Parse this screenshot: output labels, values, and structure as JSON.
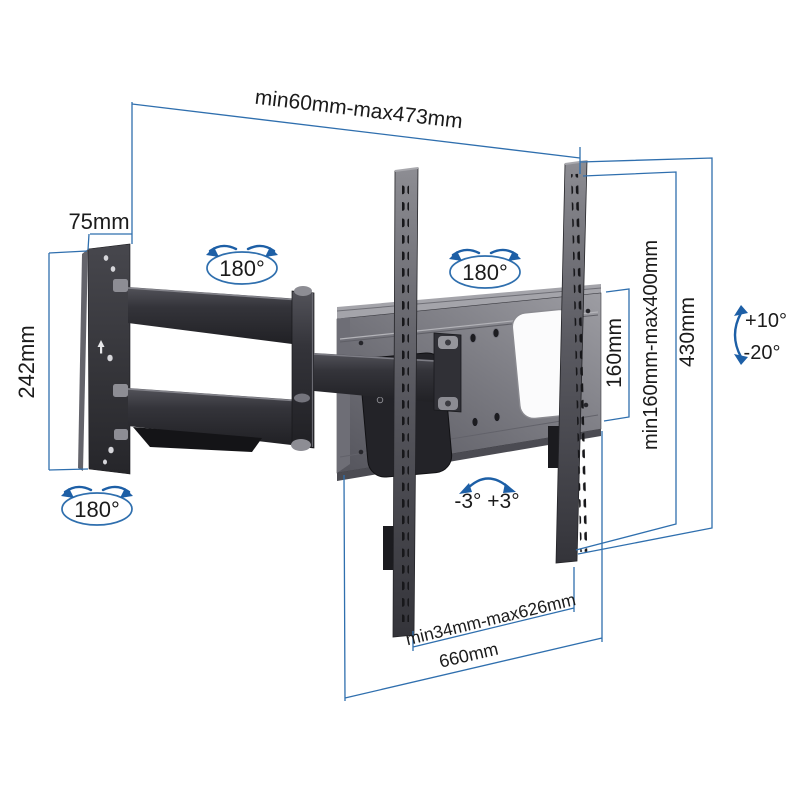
{
  "diagram": {
    "kind": "tv-wall-mount-dimension-diagram",
    "colors": {
      "background": "#ffffff",
      "annotation_line": "#2f6fae",
      "annotation_arrow": "#1d5fa6",
      "label_text": "#1b1b1b",
      "mount_dark": "#2a2a2e",
      "mount_light": "#9b9ba1"
    },
    "labels": {
      "extension_range": "min60mm-max473mm",
      "wall_plate_width": "75mm",
      "wall_plate_height": "242mm",
      "swivel_arm_angle": "180°",
      "swivel_tv_angle": "180°",
      "swivel_base_angle": "180°",
      "vesa_height": "160mm",
      "vesa_height_range": "min160mm-max400mm",
      "bracket_height": "430mm",
      "tilt_up": "+10°",
      "tilt_down": "-20°",
      "level_adjustment": "-3° +3°",
      "rail_span_range": "min34mm-max626mm",
      "bracket_width": "660mm"
    }
  }
}
